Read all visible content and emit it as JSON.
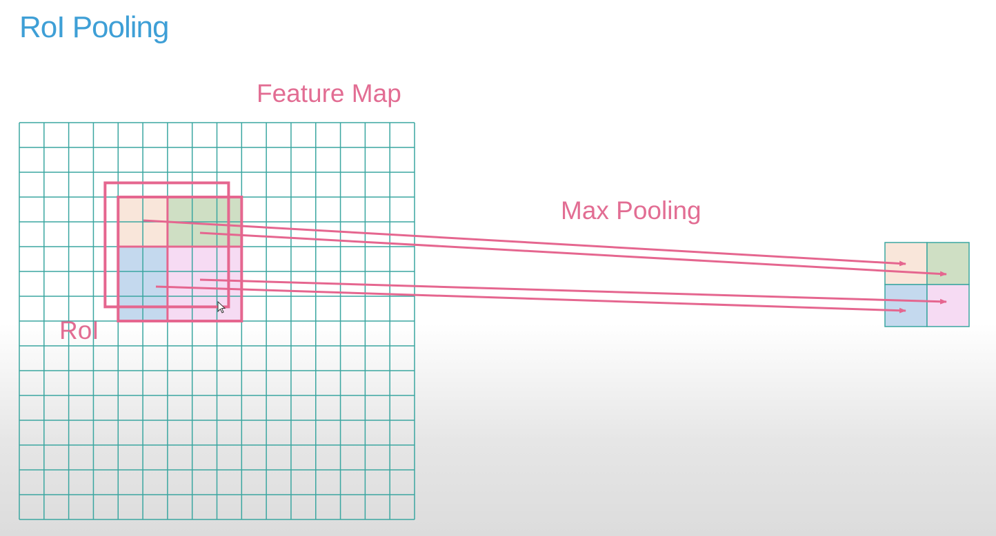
{
  "slide": {
    "title": "RoI Pooling"
  },
  "labels": {
    "feature_map": "Feature Map",
    "max_pooling": "Max Pooling",
    "roi": "RoI"
  },
  "feature_map": {
    "columns": 16,
    "rows": 16
  },
  "roi": {
    "outer_box_cells": {
      "col": 3.5,
      "row": 2.4,
      "width": 5,
      "height": 5
    },
    "inner_box_cells": {
      "col": 4,
      "row": 3,
      "width": 5,
      "height": 5
    },
    "sub_region_split_cells": {
      "col": 2,
      "row": 2
    }
  },
  "pooled_output": {
    "size": "2x2"
  },
  "colors": {
    "title": "#3e9fd6",
    "label": "#e26d93",
    "grid_line": "#3aa6a0",
    "roi_border": "#e5668f",
    "arrow": "#e5668f",
    "region_top_left": "#f9e6da",
    "region_top_right": "#cfdfc4",
    "region_bottom_left": "#c4d9ee",
    "region_bottom_right": "#f6dbf3"
  },
  "cells": [
    {
      "name": "top-left",
      "color_key": "region_top_left"
    },
    {
      "name": "top-right",
      "color_key": "region_top_right"
    },
    {
      "name": "bottom-left",
      "color_key": "region_bottom_left"
    },
    {
      "name": "bottom-right",
      "color_key": "region_bottom_right"
    }
  ]
}
